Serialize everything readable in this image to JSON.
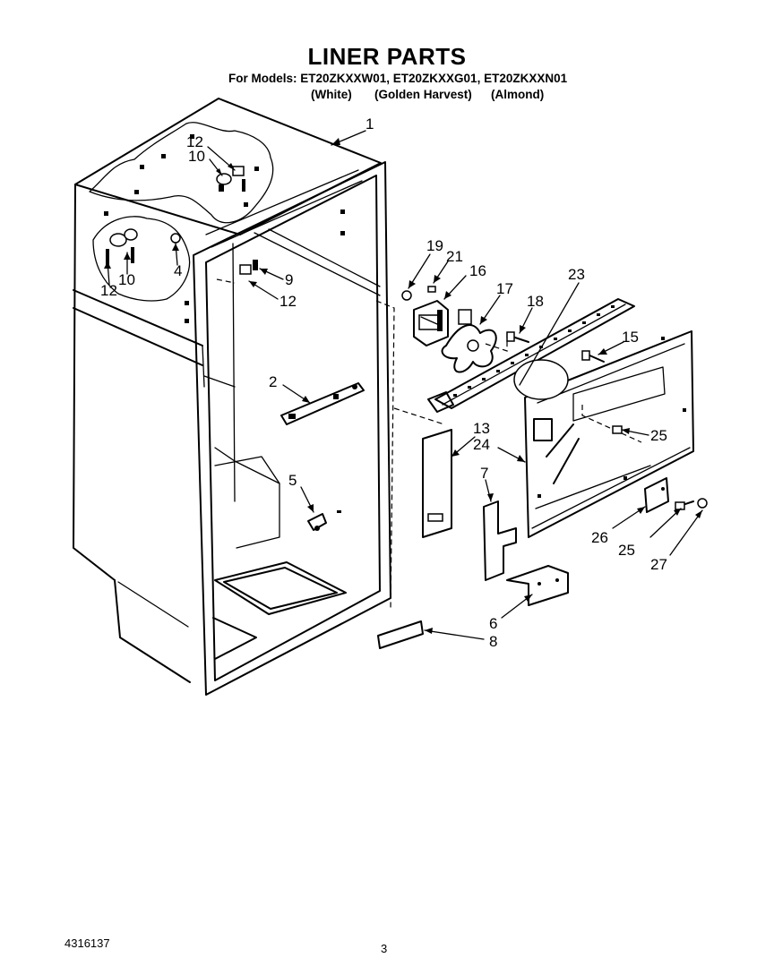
{
  "header": {
    "title": "LINER PARTS",
    "models_line": "For Models: ET20ZKXXW01, ET20ZKXXG01, ET20ZKXXN01",
    "color_white": "(White)",
    "color_golden": "(Golden Harvest)",
    "color_almond": "(Almond)"
  },
  "callouts": {
    "c1": "1",
    "c12a": "12",
    "c10a": "10",
    "c4": "4",
    "c12b": "12",
    "c10b": "10",
    "c9": "9",
    "c12c": "12",
    "c2": "2",
    "c5": "5",
    "c19": "19",
    "c21": "21",
    "c16": "16",
    "c17": "17",
    "c18": "18",
    "c23": "23",
    "c15": "15",
    "c13": "13",
    "c24": "24",
    "c25a": "25",
    "c7": "7",
    "c26": "26",
    "c25b": "25",
    "c27": "27",
    "c6": "6",
    "c8": "8"
  },
  "footer": {
    "doc_number": "4316137",
    "page_number": "3"
  }
}
